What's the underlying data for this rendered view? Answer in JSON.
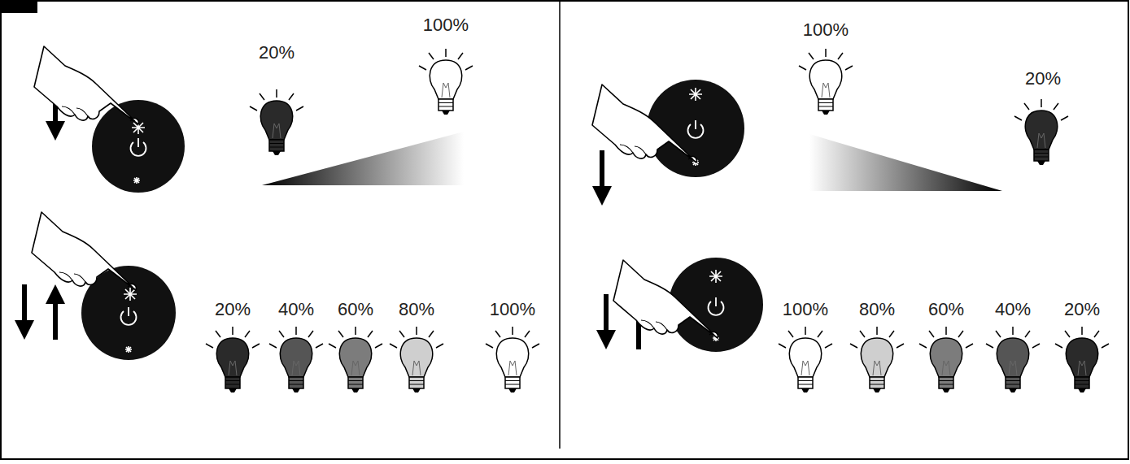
{
  "diagram": {
    "labels": [
      "20%",
      "100%",
      "100%",
      "20%",
      "20%",
      "40%",
      "60%",
      "80%",
      "100%",
      "100%",
      "80%",
      "60%",
      "40%",
      "20%"
    ]
  }
}
